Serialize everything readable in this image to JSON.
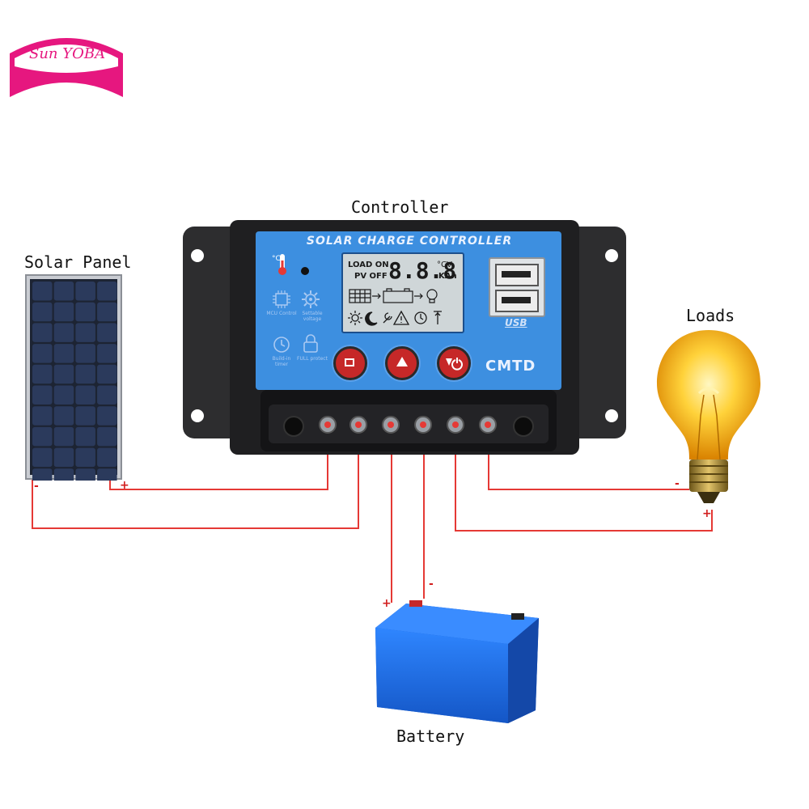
{
  "brand": {
    "name": "Sun YOBA"
  },
  "labels": {
    "controller": "Controller",
    "solar_panel": "Solar Panel",
    "loads": "Loads",
    "battery": "Battery"
  },
  "controller": {
    "title": "SOLAR CHARGE CONTROLLER",
    "lcd_load_on": "LOAD ON",
    "lcd_pv_off": "PV OFF",
    "lcd_digits": "8.8.8",
    "lcd_unit_top": "°CV",
    "lcd_unit_bottom": "KAh",
    "icon_mcu_label": "MCU Control",
    "icon_voltage_label": "Settable voltage",
    "icon_timer_label": "Build-in timer",
    "icon_protect_label": "FULL protect",
    "usb_label": "USB",
    "model": "CMTD"
  },
  "polarity": {
    "panel_minus": "-",
    "panel_plus": "+",
    "battery_plus": "+",
    "battery_minus": "-",
    "load_minus": "-",
    "load_plus": "+"
  },
  "colors": {
    "wire": "#e53935",
    "controller_blue": "#3d8fe0",
    "controller_body": "#2b2b2b",
    "logo_pink": "#e6177f",
    "battery_blue": "#1e6fe8"
  }
}
